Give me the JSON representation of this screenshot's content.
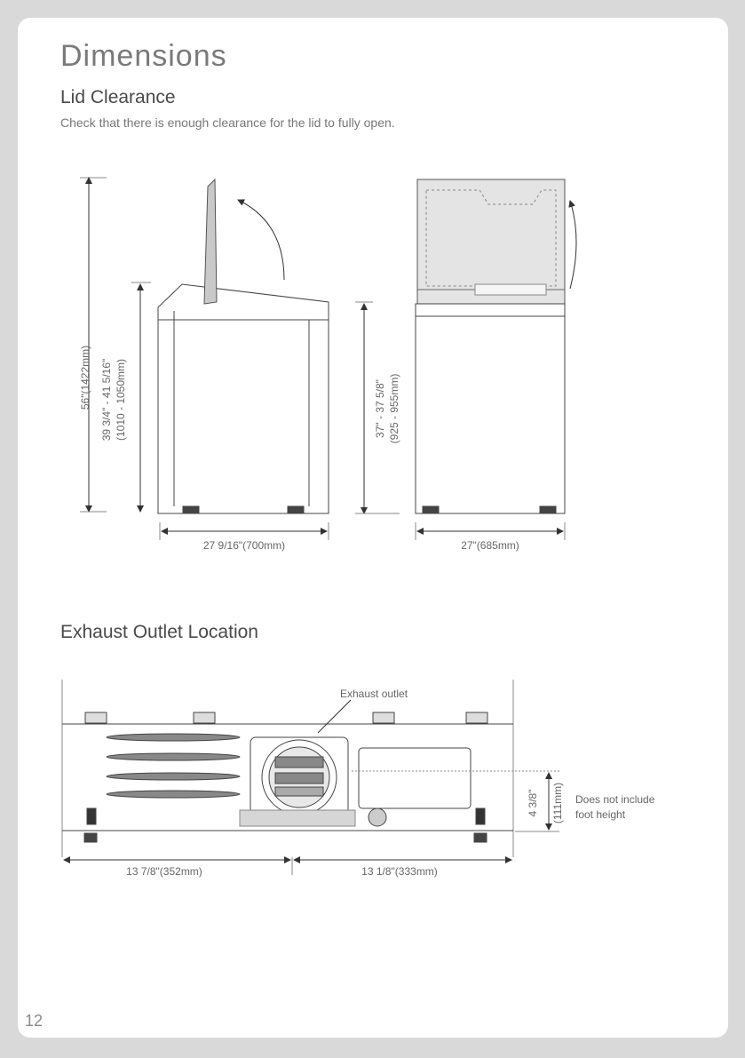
{
  "title": "Dimensions",
  "lid_clearance": {
    "heading": "Lid Clearance",
    "description": "Check that there is enough clearance for the lid to fully open.",
    "side_total_height": "56\"(1422mm)",
    "side_body_height_imperial": "39 3/4\" - 41 5/16\"",
    "side_body_height_metric": "(1010 - 1050mm)",
    "side_depth": "27 9/16\"(700mm)",
    "front_height_imperial": "37\" - 37 5/8\"",
    "front_height_metric": "(925 - 955mm)",
    "front_width": "27\"(685mm)"
  },
  "exhaust": {
    "heading": "Exhaust Outlet Location",
    "outlet_label": "Exhaust outlet",
    "left_distance": "13 7/8\"(352mm)",
    "right_distance": "13 1/8\"(333mm)",
    "height_imperial": "4 3/8\"",
    "height_metric": "(111mm)",
    "note_line1": "Does not include",
    "note_line2": "foot height"
  },
  "page_number": "12"
}
